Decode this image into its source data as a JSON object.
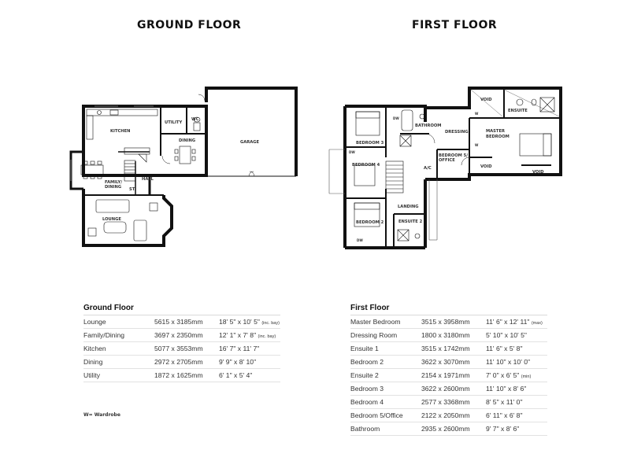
{
  "titles": {
    "ground": "GROUND FLOOR",
    "first": "FIRST FLOOR"
  },
  "ground_labels": {
    "kitchen": "KITCHEN",
    "utility": "UTILITY",
    "wc": "WC",
    "dining": "DINING",
    "garage": "GARAGE",
    "family_1": "FAMILY/",
    "family_2": "DINING",
    "hall": "HALL",
    "store": "ST.",
    "lounge": "LOUNGE"
  },
  "first_labels": {
    "bedroom3": "BEDROOM 3",
    "bathroom": "BATHROOM",
    "dressing": "DRESSING",
    "master_1": "MASTER",
    "master_2": "BEDROOM",
    "ensuite": "ENSUITE",
    "void": "VOID",
    "bedroom4": "BEDROOM 4",
    "bed5_1": "BEDROOM 5/",
    "bed5_2": "OFFICE",
    "ac": "A/C",
    "landing": "LANDING",
    "bedroom2": "BEDROOM 2",
    "ensuite2": "ENSUITE 2",
    "wardrobe": "W",
    "dw": "DW"
  },
  "ground_schedule": {
    "title": "Ground Floor",
    "rows": [
      {
        "room": "Lounge",
        "metric": "5615 x 3185mm",
        "imperial": "18' 5\" x 10' 5\"",
        "note": "(inc. bay)"
      },
      {
        "room": "Family/Dining",
        "metric": "3697 x 2350mm",
        "imperial": "12' 1\" x 7' 8\"",
        "note": "(inc. bay)"
      },
      {
        "room": "Kitchen",
        "metric": "5077 x 3553mm",
        "imperial": "16' 7\" x 11' 7\"",
        "note": ""
      },
      {
        "room": "Dining",
        "metric": "2972 x 2705mm",
        "imperial": "9' 9\" x 8' 10\"",
        "note": ""
      },
      {
        "room": "Utility",
        "metric": "1872 x 1625mm",
        "imperial": "6' 1\" x 5' 4\"",
        "note": ""
      }
    ]
  },
  "first_schedule": {
    "title": "First Floor",
    "rows": [
      {
        "room": "Master Bedroom",
        "metric": "3515 x 3958mm",
        "imperial": "11' 6\" x 12' 11\"",
        "note": "(max)"
      },
      {
        "room": "Dressing Room",
        "metric": "1800 x 3180mm",
        "imperial": "5' 10\" x 10' 5\"",
        "note": ""
      },
      {
        "room": "Ensuite 1",
        "metric": "3515 x 1742mm",
        "imperial": "11' 6\" x 5' 8\"",
        "note": ""
      },
      {
        "room": "Bedroom 2",
        "metric": "3622 x 3070mm",
        "imperial": "11' 10\" x 10' 0\"",
        "note": ""
      },
      {
        "room": "Ensuite 2",
        "metric": "2154 x 1971mm",
        "imperial": "7' 0\" x 6' 5\"",
        "note": "(min)"
      },
      {
        "room": "Bedroom 3",
        "metric": "3622 x 2600mm",
        "imperial": "11' 10\" x 8' 6\"",
        "note": ""
      },
      {
        "room": "Bedroom 4",
        "metric": "2577 x 3368mm",
        "imperial": "8' 5\" x 11' 0\"",
        "note": ""
      },
      {
        "room": "Bedroom 5/Office",
        "metric": "2122 x 2050mm",
        "imperial": "6' 11\" x 6' 8\"",
        "note": ""
      },
      {
        "room": "Bathroom",
        "metric": "2935 x 2600mm",
        "imperial": "9' 7\" x 8' 6\"",
        "note": ""
      }
    ]
  },
  "legend": "W= Wardrobe"
}
